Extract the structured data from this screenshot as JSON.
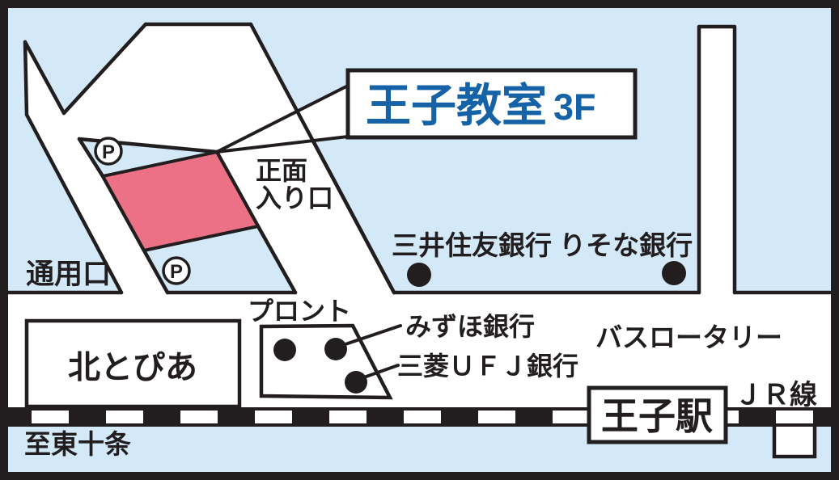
{
  "map": {
    "title": "王子教室",
    "title_floor": "3F",
    "labels": {
      "main_entrance_l1": "正面",
      "main_entrance_l2": "入り口",
      "side_entrance": "通用口",
      "parking": "P",
      "hokutopia": "北とぴあ",
      "pronto": "プロント",
      "to_higashijujo": "至東十条",
      "mizuho_bank": "みずほ銀行",
      "mufg_bank": "三菱ＵＦＪ銀行",
      "smbc_resona_banks": "三井住友銀行 りそな銀行",
      "bus_rotary": "バスロータリー",
      "oji_station": "王子駅",
      "jr_line": "ＪＲ線"
    },
    "colors": {
      "background": "#d4e9f7",
      "road": "#ffffff",
      "outline": "#221e1f",
      "classroom_building": "#ec7186",
      "title_text": "#1562a7"
    }
  }
}
